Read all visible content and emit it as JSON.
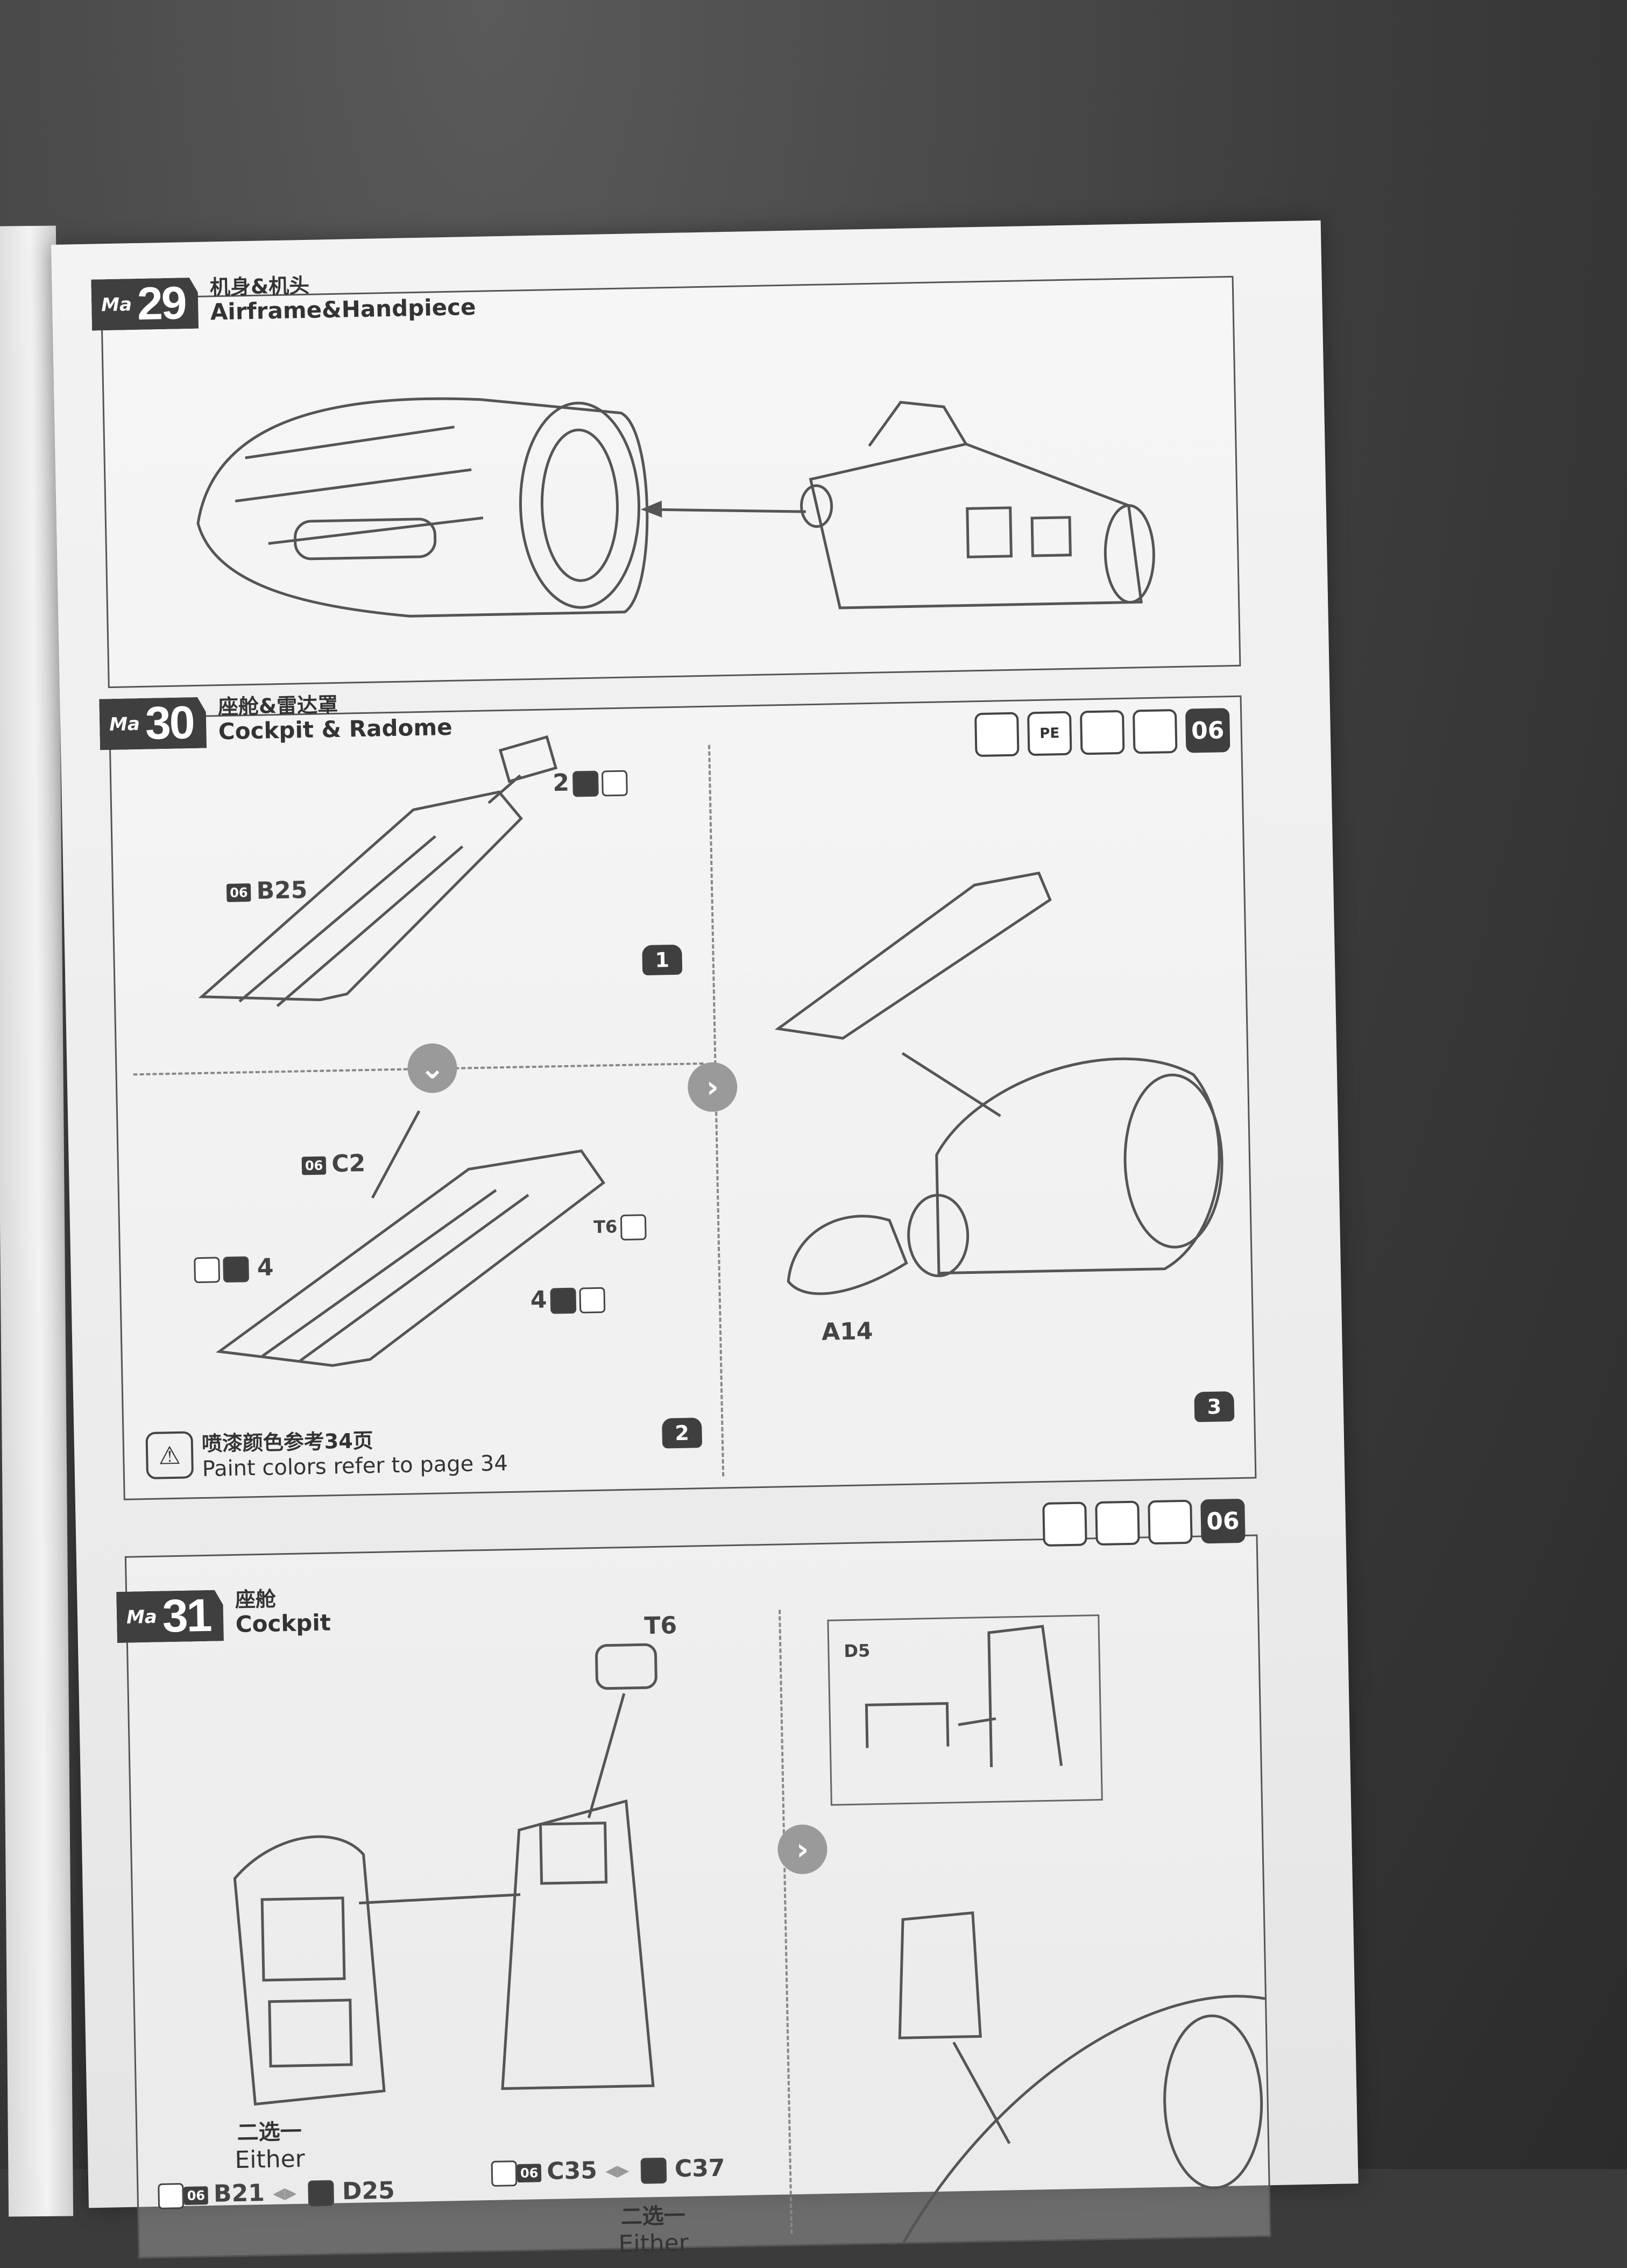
{
  "steps": [
    {
      "brand": "Ma",
      "number": "29",
      "title_zh": "机身&机头",
      "title_en": "Airframe&Handpiece"
    },
    {
      "brand": "Ma",
      "number": "30",
      "title_zh": "座舱&雷达罩",
      "title_en": "Cockpit & Radome",
      "icon_labels": [
        "",
        "PE",
        "",
        "",
        "06"
      ],
      "parts": {
        "b25": "B25",
        "b25_tag": "06",
        "c2": "C2",
        "c2_tag": "06",
        "qty_top": "2",
        "qty_left": "4",
        "qty_right": "4",
        "t76": "T6",
        "a14": "A14"
      },
      "substeps": [
        "1",
        "2",
        "3"
      ],
      "note_zh": "喷漆颜色参考34页",
      "note_en": "Paint colors refer to page 34"
    },
    {
      "brand": "Ma",
      "number": "31",
      "title_zh": "座舱",
      "title_en": "Cockpit",
      "icon_labels": [
        "",
        "",
        "",
        "06"
      ],
      "parts": {
        "t6": "T6",
        "d5": "D5",
        "b21": "B21",
        "b21_tag": "06",
        "d25": "D25",
        "c35": "C35",
        "c35_tag": "06",
        "c37": "C37"
      },
      "either_zh": "二选一",
      "either_en": "Either"
    }
  ]
}
